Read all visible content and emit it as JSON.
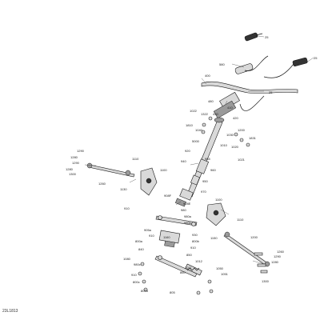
{
  "diagram_code": "23L1813",
  "callouts": [
    {
      "id": "25a",
      "text": "25"
    },
    {
      "id": "580",
      "text": "580"
    },
    {
      "id": "25b",
      "text": "25"
    },
    {
      "id": "25c",
      "text": "25"
    },
    {
      "id": "400",
      "text": "400"
    },
    {
      "id": "480",
      "text": "480"
    },
    {
      "id": "410",
      "text": "410"
    },
    {
      "id": "1022",
      "text": "1022"
    },
    {
      "id": "1322",
      "text": "1322"
    },
    {
      "id": "420",
      "text": "420"
    },
    {
      "id": "430",
      "text": "430"
    },
    {
      "id": "1810",
      "text": "1810"
    },
    {
      "id": "1040",
      "text": "1040"
    },
    {
      "id": "1200a",
      "text": "1200"
    },
    {
      "id": "1030",
      "text": "1030"
    },
    {
      "id": "1831",
      "text": "1831"
    },
    {
      "id": "1010",
      "text": "1010"
    },
    {
      "id": "1020",
      "text": "1020"
    },
    {
      "id": "5000",
      "text": "5000"
    },
    {
      "id": "920",
      "text": "920"
    },
    {
      "id": "1021",
      "text": "1021"
    },
    {
      "id": "940",
      "text": "940"
    },
    {
      "id": "985",
      "text": "985"
    },
    {
      "id": "960",
      "text": "960"
    },
    {
      "id": "1290a",
      "text": "1290"
    },
    {
      "id": "1110",
      "text": "1110"
    },
    {
      "id": "1280a",
      "text": "1280"
    },
    {
      "id": "1290b",
      "text": "1290"
    },
    {
      "id": "1280b",
      "text": "1280"
    },
    {
      "id": "1300a",
      "text": "1300"
    },
    {
      "id": "1100a",
      "text": "1100"
    },
    {
      "id": "1260a",
      "text": "1260"
    },
    {
      "id": "1130",
      "text": "1130"
    },
    {
      "id": "950",
      "text": "950"
    },
    {
      "id": "970",
      "text": "970"
    },
    {
      "id": "9080",
      "text": "908F"
    },
    {
      "id": "908E",
      "text": "908E"
    },
    {
      "id": "910",
      "text": "910"
    },
    {
      "id": "980",
      "text": "980"
    },
    {
      "id": "1100b",
      "text": "1100"
    },
    {
      "id": "1110b",
      "text": "1110"
    },
    {
      "id": "980a",
      "text": "980a"
    },
    {
      "id": "980b",
      "text": "980b"
    },
    {
      "id": "1150",
      "text": "1150"
    },
    {
      "id": "905a",
      "text": "905a"
    },
    {
      "id": "930",
      "text": "930"
    },
    {
      "id": "910b",
      "text": "910"
    },
    {
      "id": "800a",
      "text": "800a"
    },
    {
      "id": "800b",
      "text": "800b"
    },
    {
      "id": "1160",
      "text": "1160"
    },
    {
      "id": "910c",
      "text": "910"
    },
    {
      "id": "840",
      "text": "840"
    },
    {
      "id": "850",
      "text": "850"
    },
    {
      "id": "1200b",
      "text": "1200"
    },
    {
      "id": "1260b",
      "text": "1260"
    },
    {
      "id": "1290c",
      "text": "1290"
    },
    {
      "id": "1280c",
      "text": "1280"
    },
    {
      "id": "1300b",
      "text": "1300"
    },
    {
      "id": "1080",
      "text": "1080"
    },
    {
      "id": "980c",
      "text": "980c"
    },
    {
      "id": "1012",
      "text": "1012"
    },
    {
      "id": "1011",
      "text": "1011"
    },
    {
      "id": "860",
      "text": "860"
    },
    {
      "id": "1050",
      "text": "1050"
    },
    {
      "id": "910d",
      "text": "910"
    },
    {
      "id": "1051",
      "text": "1051"
    },
    {
      "id": "800c",
      "text": "800c"
    },
    {
      "id": "805",
      "text": "805"
    },
    {
      "id": "800d",
      "text": "800d"
    }
  ]
}
